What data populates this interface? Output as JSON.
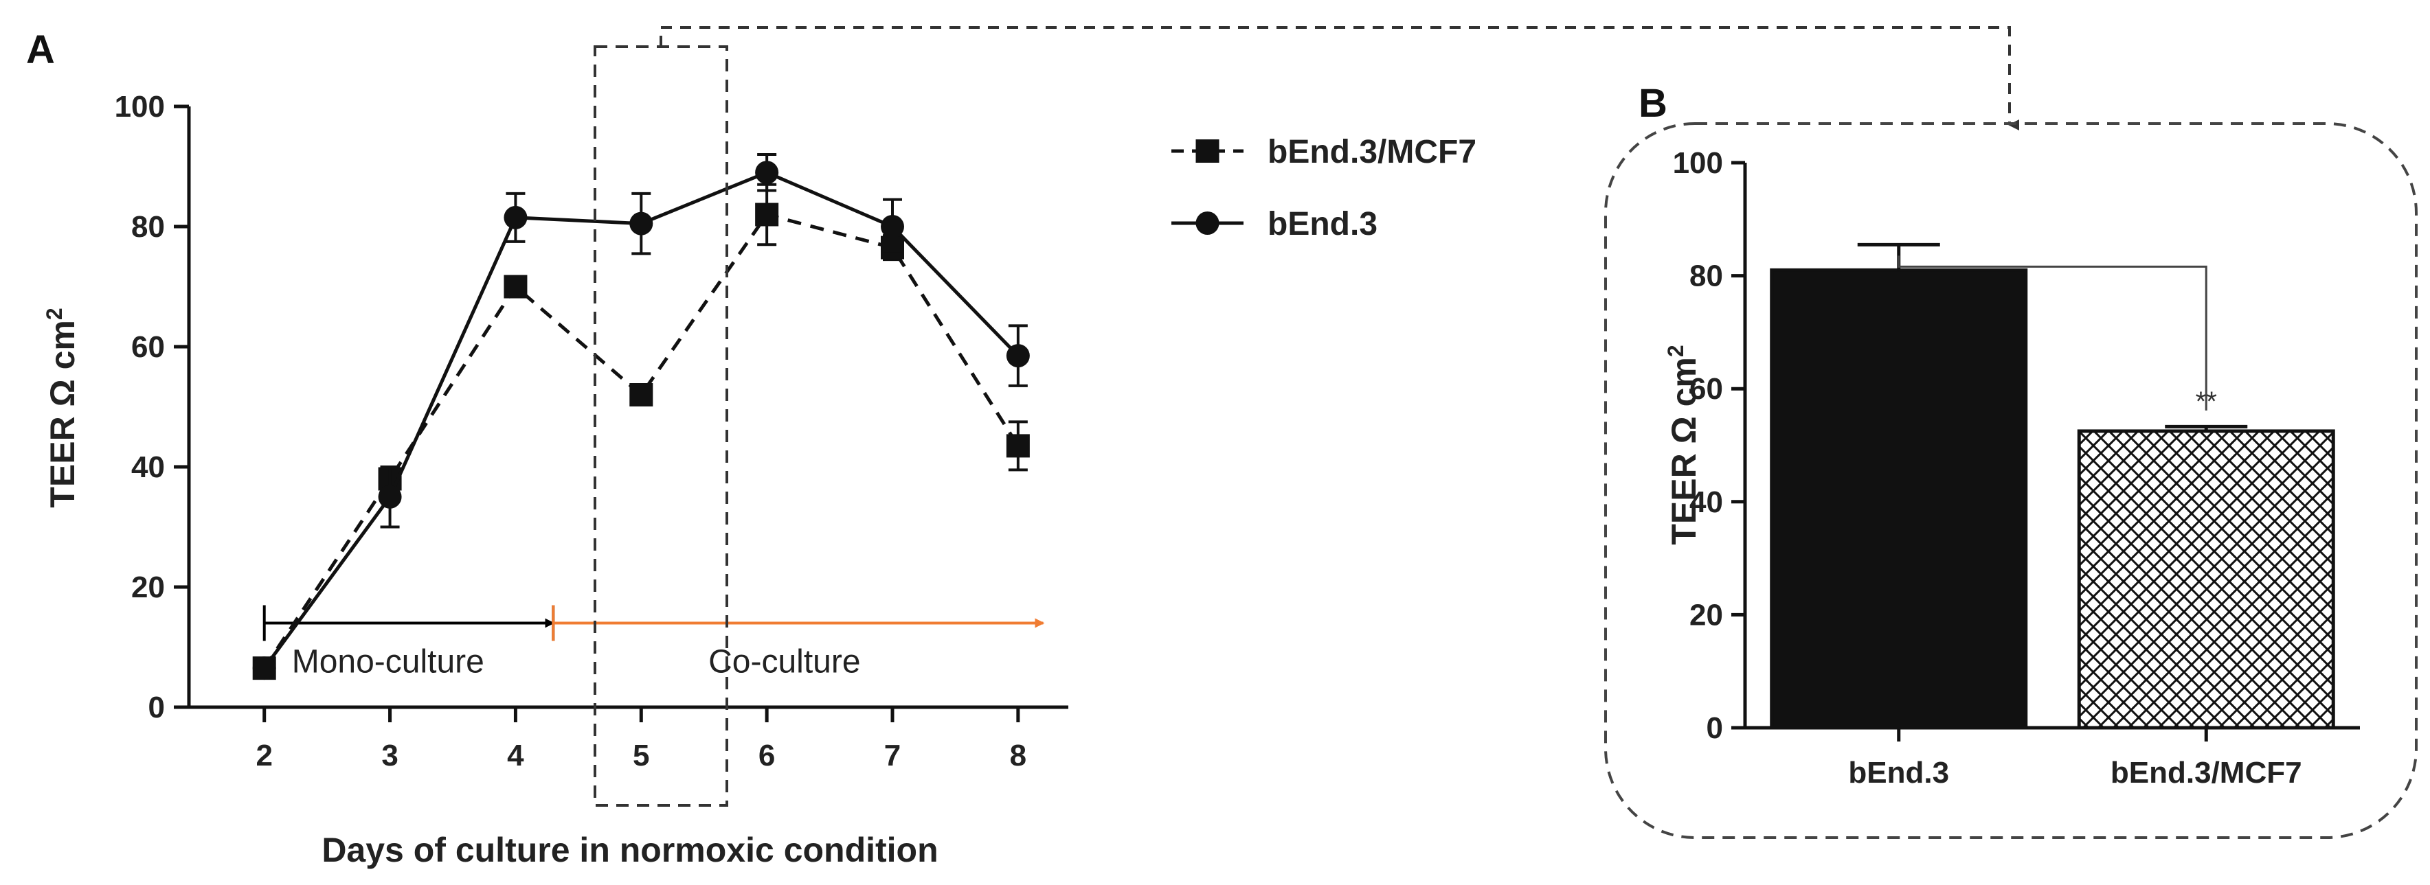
{
  "chart_data": [
    {
      "panel": "A",
      "type": "line",
      "xlabel": "Days of culture in normoxic condition",
      "ylabel": "TEER Ω cm²",
      "ylabel_main": "TEER Ω cm",
      "ylabel_sup": "2",
      "x": [
        2,
        3,
        4,
        5,
        6,
        7,
        8
      ],
      "xlim": [
        1.4,
        8.4
      ],
      "ylim": [
        0,
        100
      ],
      "y_ticks": [
        0,
        20,
        40,
        60,
        80,
        100
      ],
      "grid": false,
      "legend_position": "top-right",
      "series": [
        {
          "name": "bEnd.3/MCF7",
          "marker": "square",
          "line_style": "dashed",
          "values": [
            6.5,
            38,
            70,
            52,
            82,
            76.5,
            43.5
          ],
          "errors": [
            1.5,
            2,
            1.5,
            1.5,
            5,
            2,
            4
          ]
        },
        {
          "name": "bEnd.3",
          "marker": "circle",
          "line_style": "solid",
          "values": [
            6.5,
            35,
            81.5,
            80.5,
            89,
            80,
            58.5
          ],
          "errors": [
            1,
            5,
            4,
            5,
            3,
            4.5,
            5
          ]
        }
      ],
      "annotations": [
        {
          "text": "Mono-culture",
          "from": 2,
          "to": 4.3,
          "y": 14,
          "color": "#000000"
        },
        {
          "text": "Co-culture",
          "from": 4.3,
          "to": 8.2,
          "y": 14,
          "color": "#f07c32"
        }
      ],
      "highlight_x": 5
    },
    {
      "panel": "B",
      "type": "bar",
      "ylabel": "TEER Ω cm²",
      "ylabel_main": "TEER Ω cm",
      "ylabel_sup": "2",
      "xlabel": "",
      "categories": [
        "bEnd.3",
        "bEnd.3/MCF7"
      ],
      "values": [
        81,
        52.5
      ],
      "errors": [
        4.5,
        0.8
      ],
      "fills": [
        "solid-black",
        "crosshatch"
      ],
      "ylim": [
        0,
        100
      ],
      "y_ticks": [
        0,
        20,
        40,
        60,
        80,
        100
      ],
      "grid": false,
      "significance": {
        "from": 0,
        "to": 1,
        "label": "**"
      }
    }
  ],
  "colors": {
    "ink": "#000000",
    "co_culture_arrow": "#f07c32",
    "box_border": "#444444"
  }
}
